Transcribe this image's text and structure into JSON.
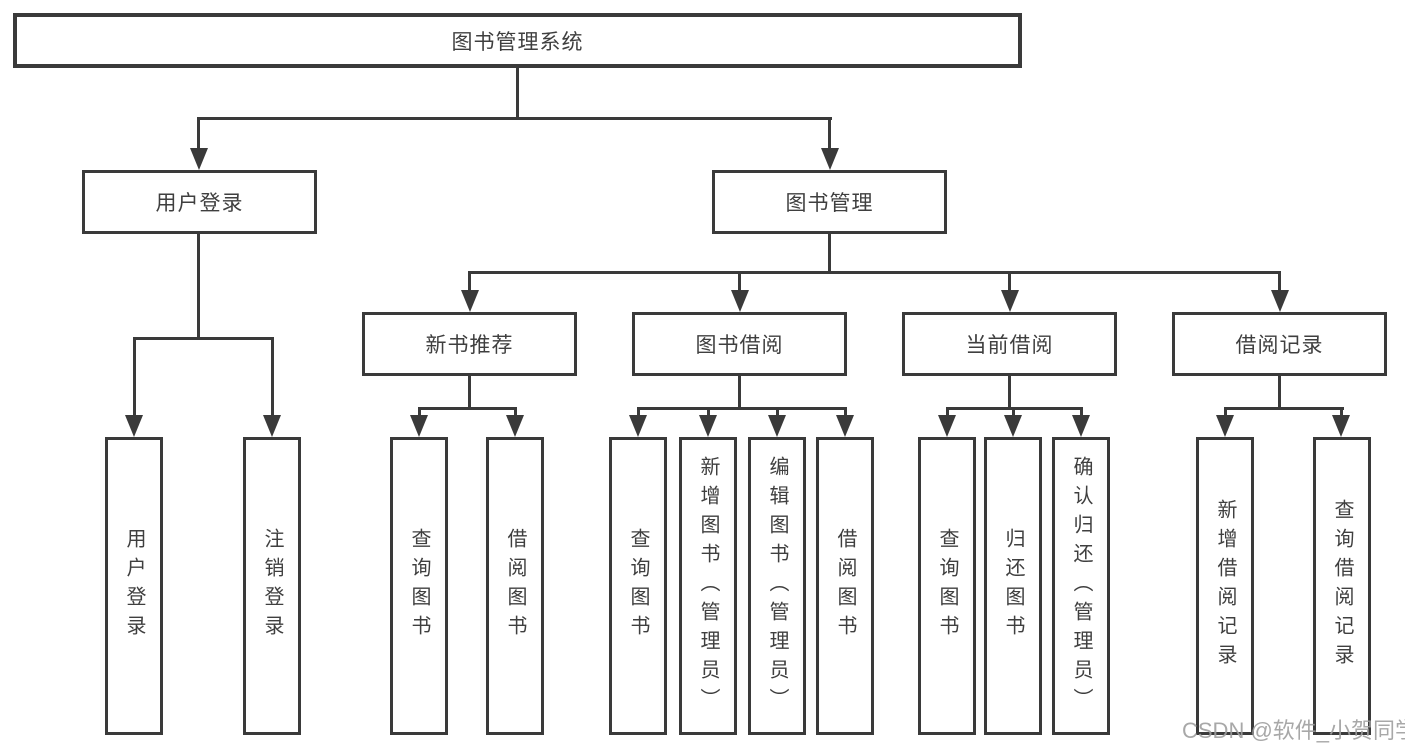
{
  "diagram_type": "hierarchy-tree",
  "tree": {
    "label": "图书管理系统",
    "children": [
      {
        "label": "用户登录",
        "children": [
          {
            "label": "用户登录"
          },
          {
            "label": "注销登录"
          }
        ]
      },
      {
        "label": "图书管理",
        "children": [
          {
            "label": "新书推荐",
            "children": [
              {
                "label": "查询图书"
              },
              {
                "label": "借阅图书"
              }
            ]
          },
          {
            "label": "图书借阅",
            "children": [
              {
                "label": "查询图书"
              },
              {
                "label": "新增图书（管理员）"
              },
              {
                "label": "编辑图书（管理员）"
              },
              {
                "label": "借阅图书"
              }
            ]
          },
          {
            "label": "当前借阅",
            "children": [
              {
                "label": "查询图书"
              },
              {
                "label": "归还图书"
              },
              {
                "label": "确认归还（管理员）"
              }
            ]
          },
          {
            "label": "借阅记录",
            "children": [
              {
                "label": "新增借阅记录"
              },
              {
                "label": "查询借阅记录"
              }
            ]
          }
        ]
      }
    ]
  },
  "watermark": {
    "text": "CSDN @软件_小贺同学"
  },
  "colors": {
    "line": "#3a3a3a",
    "box_border": "#3a3a3a",
    "text": "#3f3f3f",
    "background": "#ffffff",
    "watermark": "#9e9e9e"
  }
}
